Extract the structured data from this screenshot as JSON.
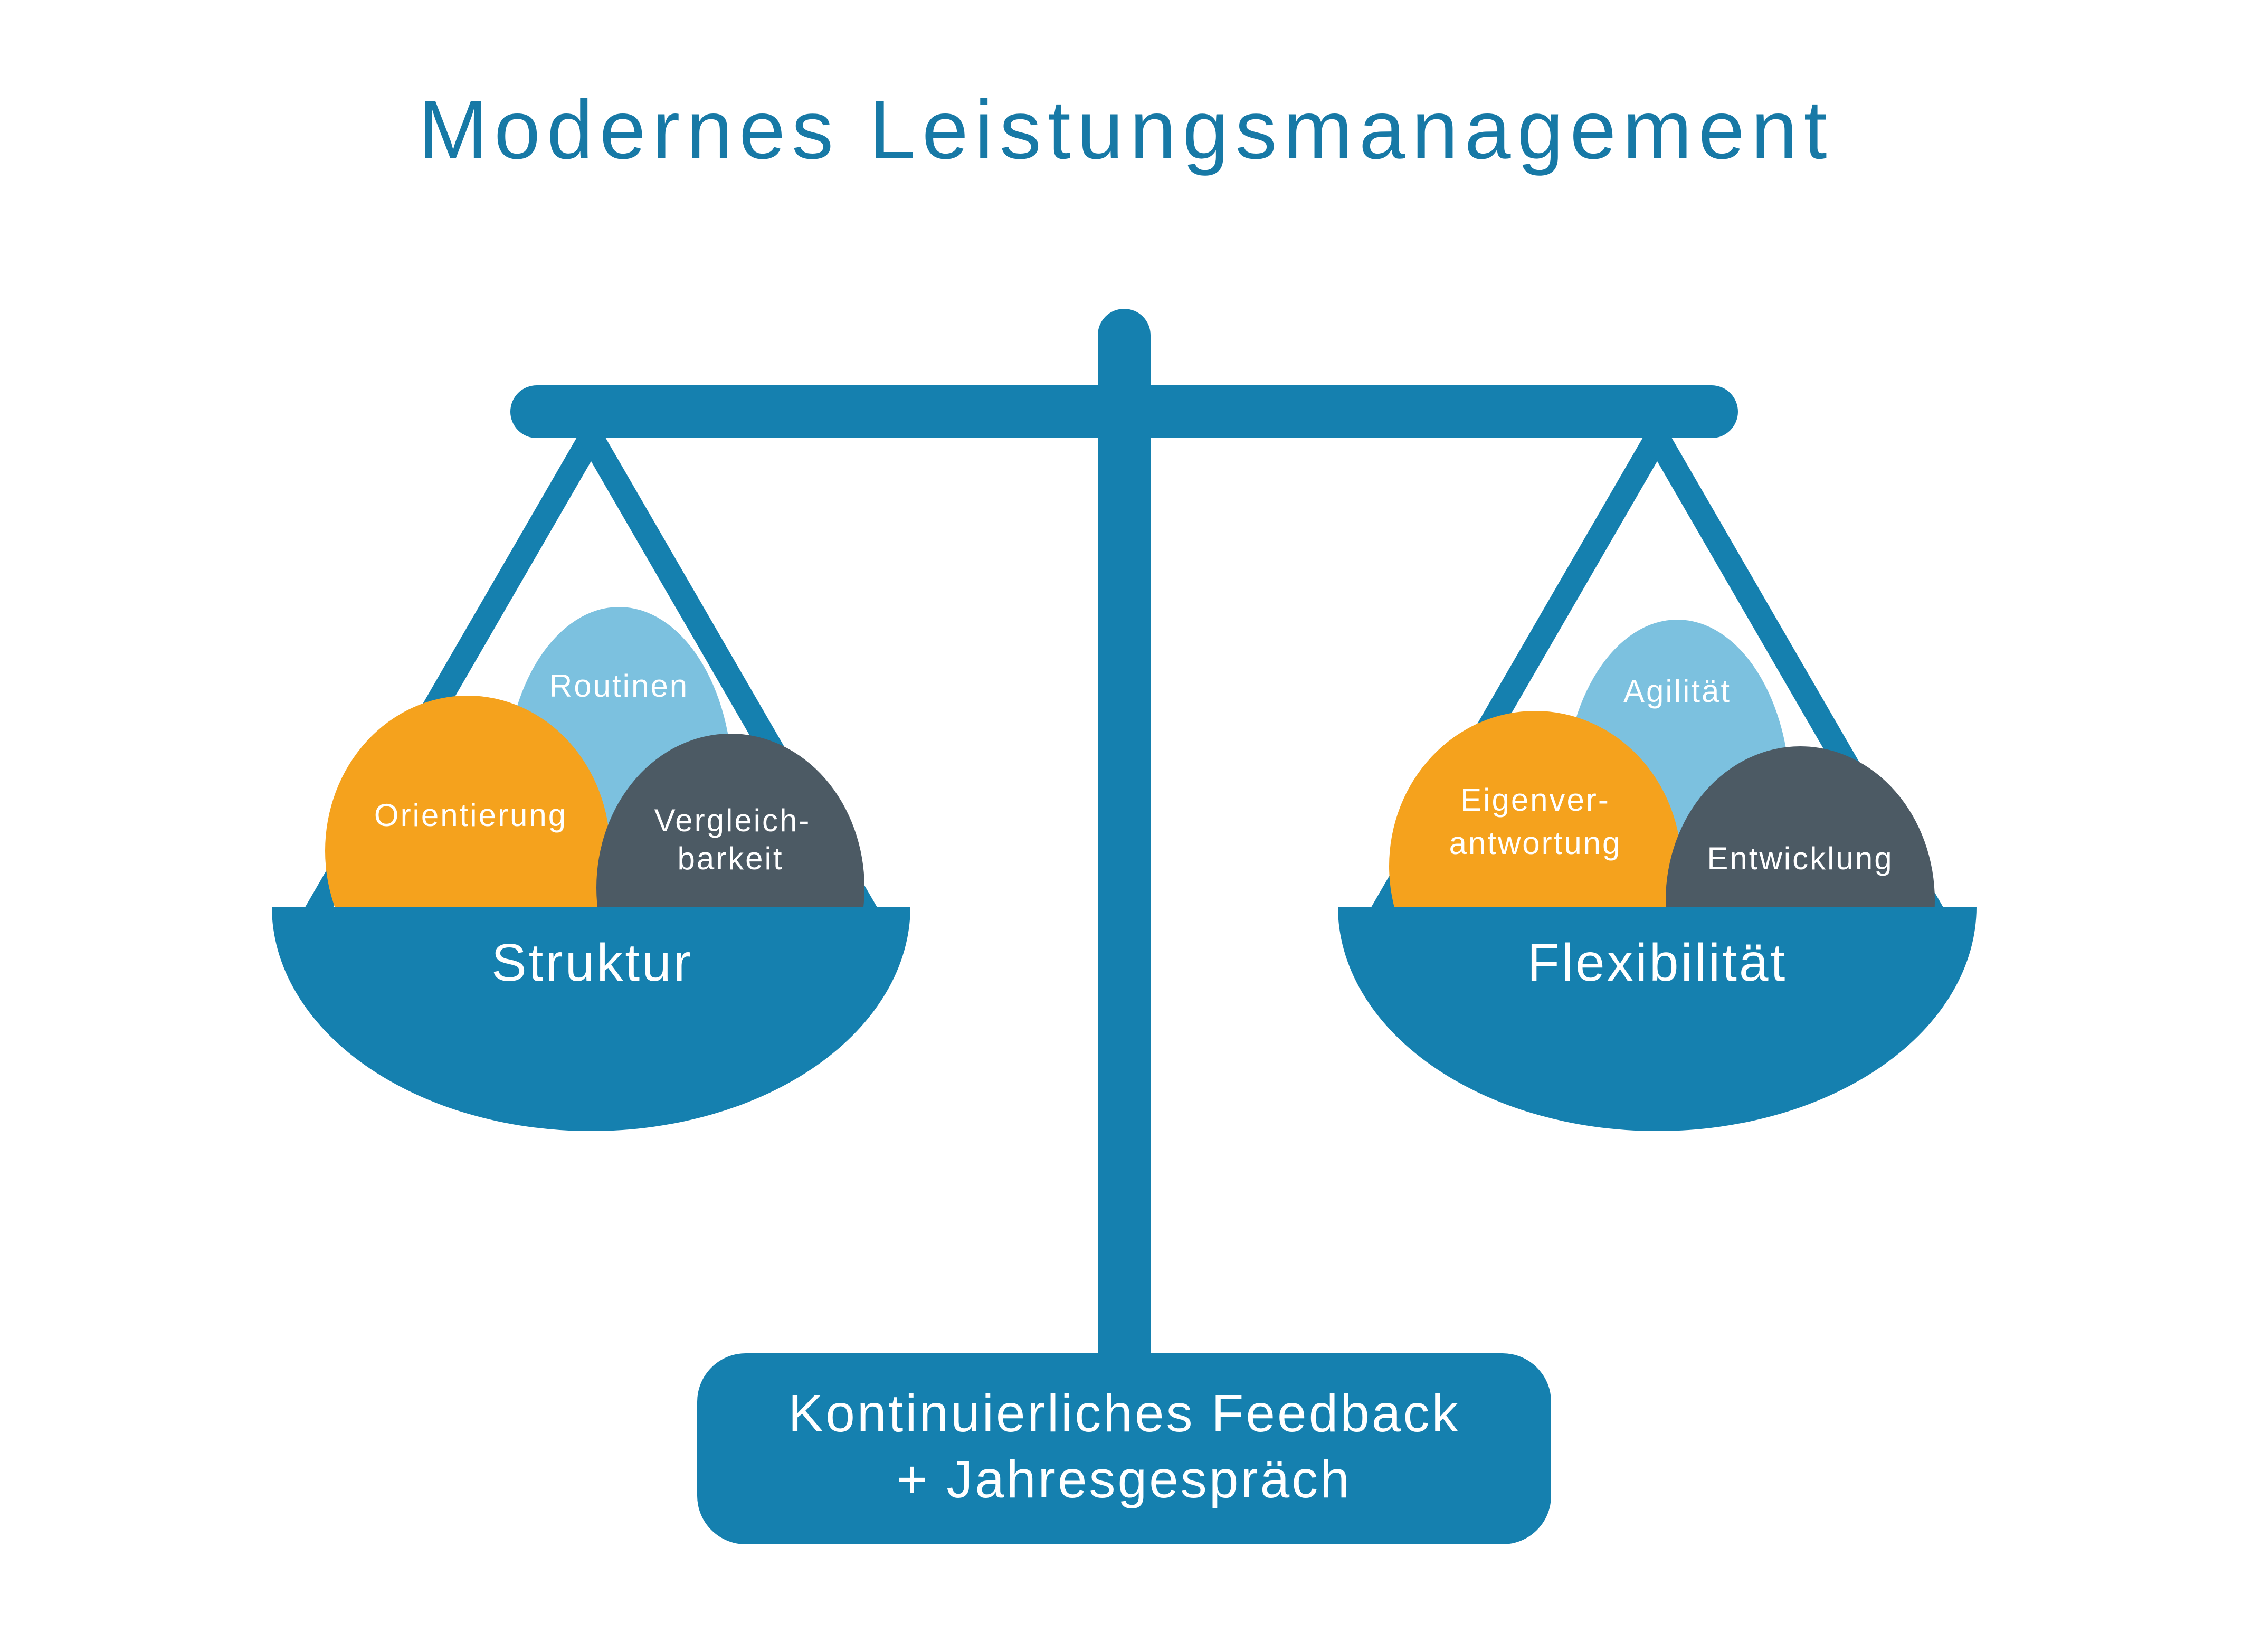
{
  "title": "Modernes Leistungsmanagement",
  "colors": {
    "title_teal": "#1779A6",
    "scale_teal": "#1580AF",
    "bubble_orange": "#F5A21D",
    "bubble_light_blue": "#7CC1DF",
    "bubble_slate": "#4C5A64",
    "text_white": "#FFFFFF",
    "background": "#FFFFFF"
  },
  "scale": {
    "left_pan": {
      "label": "Struktur",
      "bubbles": {
        "routinen": {
          "label": "Routinen",
          "color": "light-blue"
        },
        "orientierung": {
          "label": "Orientierung",
          "color": "orange"
        },
        "vergleichbarkeit": {
          "line1": "Vergleich-",
          "line2": "barkeit",
          "color": "slate"
        }
      }
    },
    "right_pan": {
      "label": "Flexibilität",
      "bubbles": {
        "agilitaet": {
          "label": "Agilität",
          "color": "light-blue"
        },
        "eigenverantwortung": {
          "line1": "Eigenver-",
          "line2": "antwortung",
          "color": "orange"
        },
        "entwicklung": {
          "label": "Entwicklung",
          "color": "slate"
        }
      }
    },
    "base": {
      "line1": "Kontinuierliches Feedback",
      "line2": "+ Jahresgespräch"
    }
  }
}
